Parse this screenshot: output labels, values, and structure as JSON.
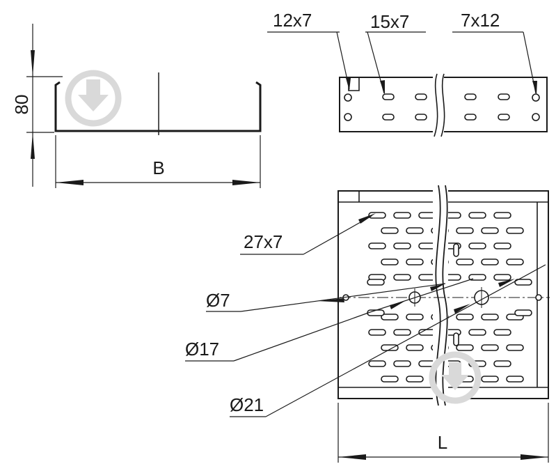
{
  "labels": {
    "height": "80",
    "width": "B",
    "length": "L",
    "slot_12x7": "12x7",
    "slot_15x7": "15x7",
    "slot_7x12": "7x12",
    "slot_27x7": "27x7",
    "hole_d7": "Ø7",
    "hole_d17": "Ø17",
    "hole_d21": "Ø21"
  },
  "colors": {
    "ink": "#1a1a1a",
    "watermark": "#d9d9d9",
    "background": "#ffffff"
  },
  "watermark_icon": "download-arrow-icon"
}
